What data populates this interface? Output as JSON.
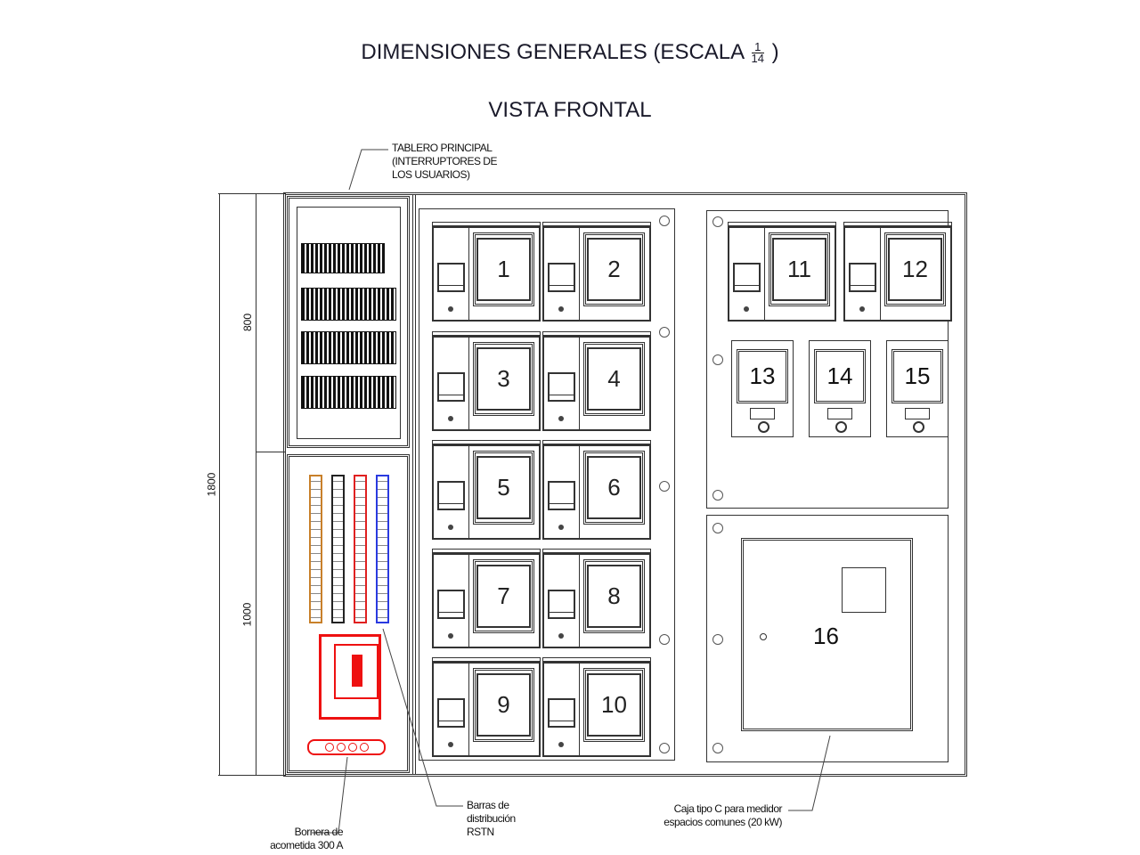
{
  "header": {
    "title": "DIMENSIONES GENERALES (ESCALA",
    "scale_num": "1",
    "scale_den": "14",
    "title_end": ")",
    "subtitle": "VISTA FRONTAL"
  },
  "dimensions": {
    "upper": "800",
    "lower": "1000",
    "total": "1800"
  },
  "annotations": {
    "tablero": [
      "TABLERO PRINCIPAL",
      "(INTERRUPTORES DE",
      "LOS USUARIOS)"
    ],
    "barras": [
      "Barras de",
      "distribución",
      "RSTN"
    ],
    "bornera": [
      "Bornera de",
      "acometida 300 A"
    ],
    "caja": [
      "Caja tipo C para medidor",
      "espacios comunes (20 kW)"
    ]
  },
  "meters": [
    "1",
    "2",
    "3",
    "4",
    "5",
    "6",
    "7",
    "8",
    "9",
    "10",
    "11",
    "12"
  ],
  "small_meters": [
    "13",
    "14",
    "15"
  ],
  "common_box": "16",
  "colors": {
    "bar_r": "#c8802a",
    "bar_s": "#222222",
    "bar_t": "#e02020",
    "bar_n": "#2a3ae0",
    "breaker": "#ee1111"
  }
}
